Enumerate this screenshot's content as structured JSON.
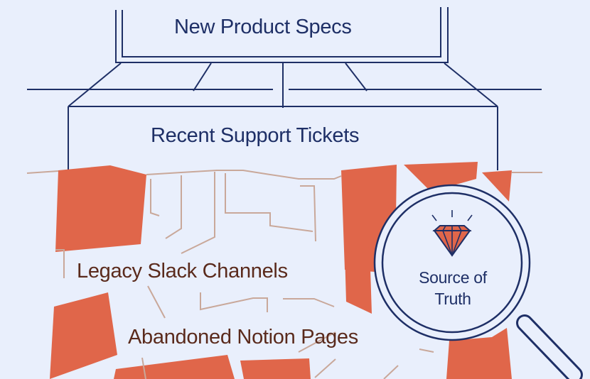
{
  "layers": {
    "top": "New Product Specs",
    "middle": "Recent Support Tickets",
    "lower_1": "Legacy Slack Channels",
    "lower_2": "Abandoned Notion Pages"
  },
  "magnifier": {
    "label": "Source of Truth",
    "icon": "diamond-icon"
  },
  "colors": {
    "background": "#e9effc",
    "navy": "#1e2f66",
    "rubble": "#e0664a",
    "rubble_line": "#c9a89a"
  }
}
